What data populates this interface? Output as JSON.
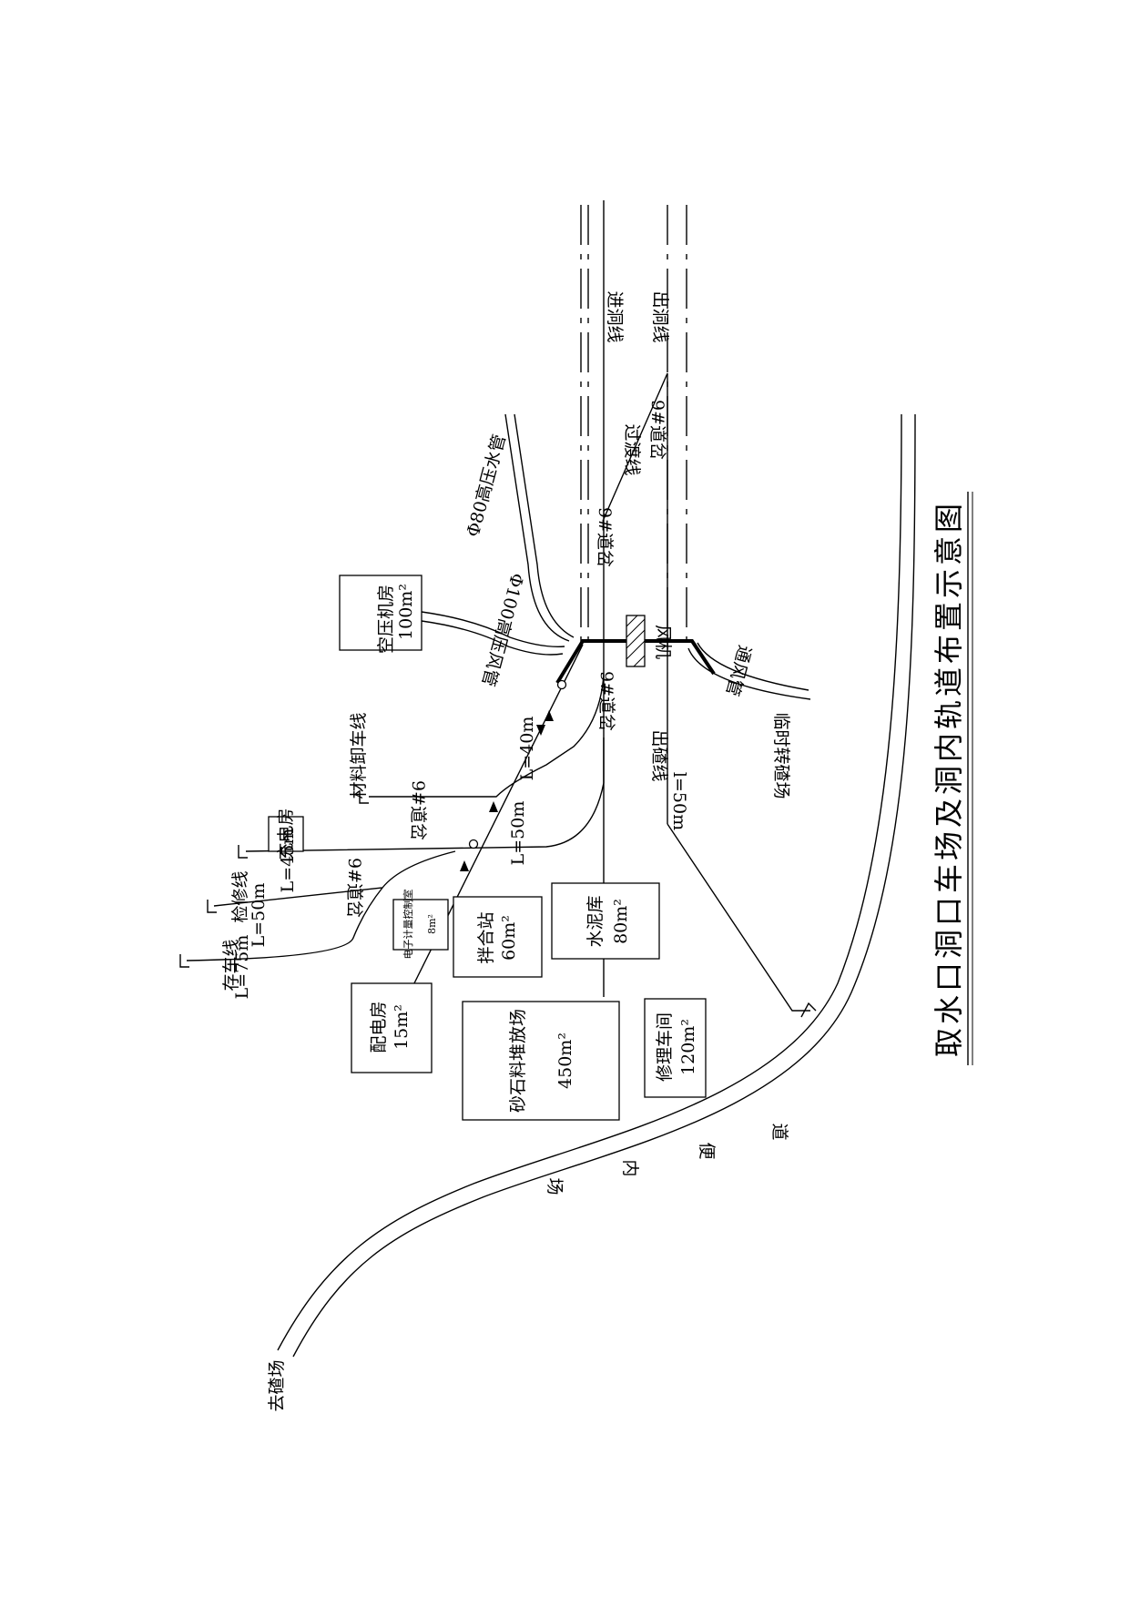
{
  "title": "取水口洞口车场及洞内轨道布置示意图",
  "tracks": {
    "in_line": "进洞线",
    "out_line": "出洞线",
    "crossover": "过渡线"
  },
  "turnout_label": "9#道岔",
  "pipes": {
    "water": "Φ80高压水管",
    "air": "Φ100高压风管",
    "fan_duct": "通风管",
    "fan": "风机"
  },
  "lines": {
    "muck_out": "出碴线",
    "muck_length": "l=50m",
    "temp_muck": "临时转碴场",
    "branch_40": "L=40m",
    "branch_50a": "L=50m",
    "branch_45": "L=45m",
    "branch_50b": "L=50m",
    "branch_75": "L=75m",
    "siding_a": "材料卸车线",
    "siding_c": "检修线",
    "siding_d": "存车线"
  },
  "road": {
    "label": [
      "场",
      "内",
      "便",
      "道"
    ],
    "to_dump": "去碴场"
  },
  "buildings": {
    "air_compressor": {
      "name": "空压机房",
      "area": "100m²"
    },
    "charging": {
      "name": "充电房"
    },
    "control": {
      "name": "电子计量控制室",
      "area": "8m²"
    },
    "mixing": {
      "name": "拌合站",
      "area": "60m²"
    },
    "cement": {
      "name": "水泥库",
      "area": "80m²"
    },
    "power": {
      "name": "配电房",
      "area": "15m²"
    },
    "aggregate": {
      "name": "砂石料堆放场",
      "area": "450m²"
    },
    "repair": {
      "name": "修理车间",
      "area": "120m²"
    }
  }
}
